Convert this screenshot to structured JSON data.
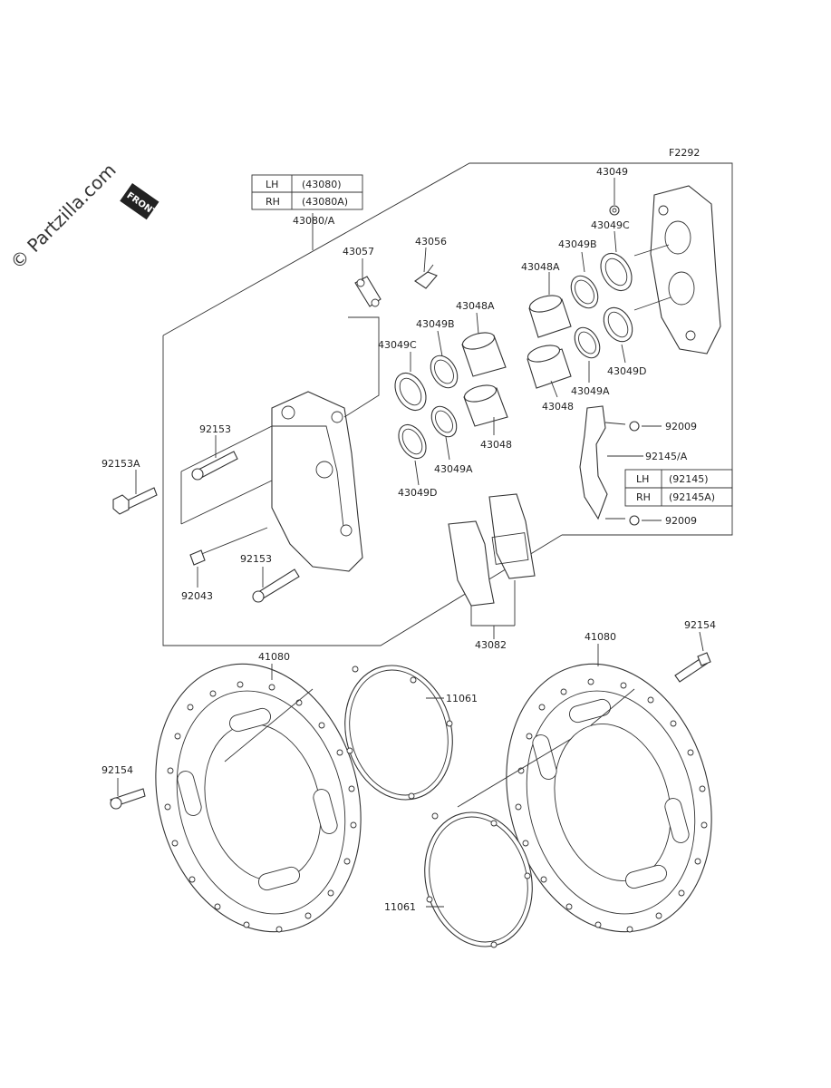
{
  "figure_code": "F2292",
  "watermark": "© Partzilla.com",
  "front_badge": "FRONT",
  "caliper_table": {
    "rows": [
      {
        "side": "LH",
        "part": "(43080)"
      },
      {
        "side": "RH",
        "part": "(43080A)"
      }
    ]
  },
  "cover_table": {
    "rows": [
      {
        "side": "LH",
        "part": "(92145)"
      },
      {
        "side": "RH",
        "part": "(92145A)"
      }
    ]
  },
  "callouts": {
    "caliper_assy": "43080/A",
    "c43057": "43057",
    "c43056": "43056",
    "c43048a_l": "43048A",
    "c43049b_l": "43049B",
    "c43049c_l": "43049C",
    "c92153_top": "92153",
    "c92153a": "92153A",
    "c43048_l": "43048",
    "c43049a_l": "43049A",
    "c43049d_l": "43049D",
    "c92153_bot": "92153",
    "c92043": "92043",
    "c43082": "43082",
    "c43049_r": "43049",
    "c43049c_r": "43049C",
    "c43049b_r": "43049B",
    "c43048a_r": "43048A",
    "c43049d_r": "43049D",
    "c43049a_r": "43049A",
    "c43048_r": "43048",
    "c92009_top": "92009",
    "c92145": "92145/A",
    "c92009_bot": "92009",
    "c41080_l": "41080",
    "c41080_r": "41080",
    "c11061_top": "11061",
    "c11061_bot": "11061",
    "c92154_l": "92154",
    "c92154_r": "92154"
  }
}
